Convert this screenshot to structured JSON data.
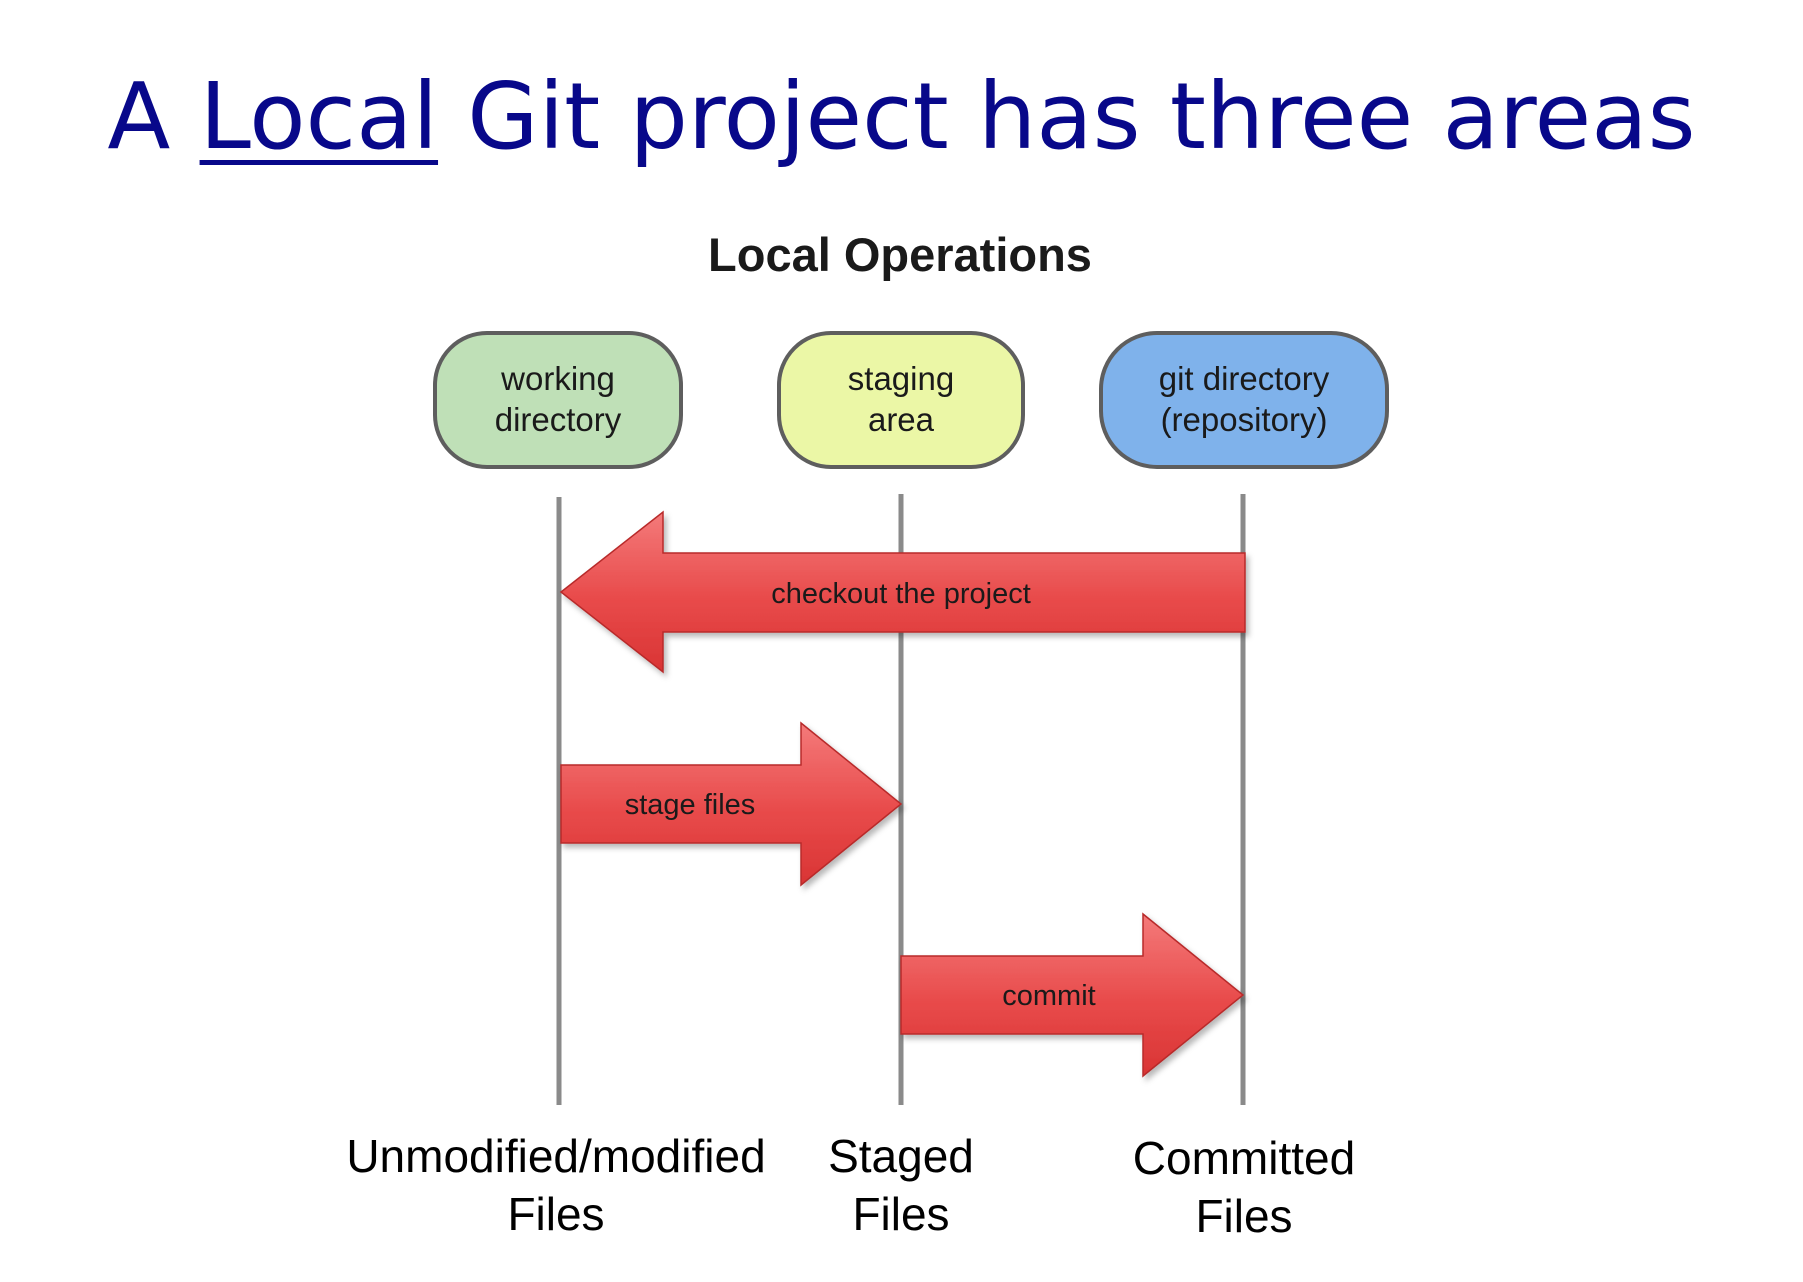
{
  "title": {
    "prefix": "A",
    "underlined": "Local",
    "suffix": "Git project has three areas"
  },
  "diagram": {
    "title": "Local Operations",
    "areas": [
      {
        "id": "working",
        "lines": [
          "working",
          "directory"
        ],
        "color": "#bfe0b7"
      },
      {
        "id": "staging",
        "lines": [
          "staging",
          "area"
        ],
        "color": "#ebf7a6"
      },
      {
        "id": "git",
        "lines": [
          "git directory",
          "(repository)"
        ],
        "color": "#7fb2eb"
      }
    ],
    "operations": [
      {
        "id": "checkout",
        "label": "checkout the project",
        "from": "git",
        "to": "working"
      },
      {
        "id": "stage",
        "label": "stage files",
        "from": "working",
        "to": "staging"
      },
      {
        "id": "commit",
        "label": "commit",
        "from": "staging",
        "to": "git"
      }
    ],
    "file_states": [
      {
        "area": "working",
        "lines": [
          "Unmodified/modified",
          "Files"
        ]
      },
      {
        "area": "staging",
        "lines": [
          "Staged",
          "Files"
        ]
      },
      {
        "area": "git",
        "lines": [
          "Committed",
          "Files"
        ]
      }
    ],
    "arrow_color": "#e84a4a"
  }
}
